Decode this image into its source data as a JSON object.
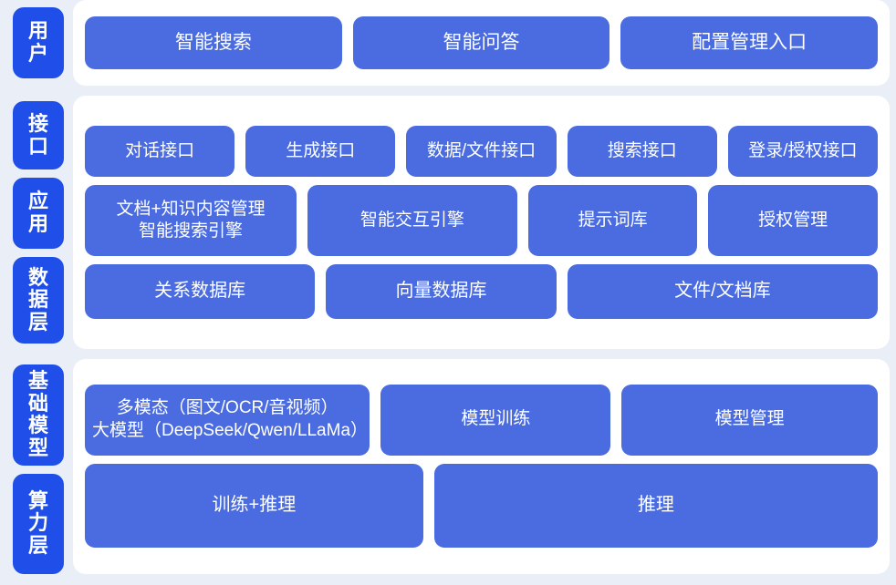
{
  "theme": {
    "page_background": "#eaeff7",
    "panel_background": "#ffffff",
    "tab_color": "#1f4fe8",
    "card_color": "#4a6ce0",
    "text_color": "#ffffff"
  },
  "layers": [
    {
      "tabs": [
        {
          "name": "user",
          "label": "用户"
        }
      ],
      "rows": [
        {
          "name": "user-entries",
          "cards": [
            {
              "name": "smart-search",
              "label": "智能搜索"
            },
            {
              "name": "smart-qa",
              "label": "智能问答"
            },
            {
              "name": "config-management-entry",
              "label": "配置管理入口"
            }
          ]
        }
      ]
    },
    {
      "tabs": [
        {
          "name": "interface",
          "label": "接口"
        },
        {
          "name": "application",
          "label": "应用"
        },
        {
          "name": "data",
          "label": "数据层"
        }
      ],
      "rows": [
        {
          "name": "interface-apis",
          "cards": [
            {
              "name": "dialog-api",
              "label": "对话接口"
            },
            {
              "name": "generation-api",
              "label": "生成接口"
            },
            {
              "name": "data-file-api",
              "label": "数据/文件接口"
            },
            {
              "name": "search-api",
              "label": "搜索接口"
            },
            {
              "name": "login-auth-api",
              "label": "登录/授权接口"
            }
          ]
        },
        {
          "name": "application-services",
          "cards": [
            {
              "name": "doc-knowledge-management",
              "label": "文档+知识内容管理\n智能搜索引擎"
            },
            {
              "name": "smart-interaction-engine",
              "label": "智能交互引擎"
            },
            {
              "name": "prompt-library",
              "label": "提示词库"
            },
            {
              "name": "authorization-management",
              "label": "授权管理"
            }
          ]
        },
        {
          "name": "data-stores",
          "cards": [
            {
              "name": "relational-database",
              "label": "关系数据库"
            },
            {
              "name": "vector-database",
              "label": "向量数据库"
            },
            {
              "name": "file-document-store",
              "label": "文件/文档库"
            }
          ]
        }
      ]
    },
    {
      "tabs": [
        {
          "name": "foundation-model",
          "label": "基础模型"
        },
        {
          "name": "compute",
          "label": "算力层"
        }
      ],
      "rows": [
        {
          "name": "model-capabilities",
          "cards": [
            {
              "name": "multimodal-large-model",
              "label": "多模态（图文/OCR/音视频）\n大模型（DeepSeek/Qwen/LLaMa）"
            },
            {
              "name": "model-training",
              "label": "模型训练"
            },
            {
              "name": "model-management",
              "label": "模型管理"
            }
          ]
        },
        {
          "name": "compute-capabilities",
          "cards": [
            {
              "name": "training-inference",
              "label": "训练+推理"
            },
            {
              "name": "inference",
              "label": "推理"
            }
          ]
        }
      ]
    }
  ]
}
